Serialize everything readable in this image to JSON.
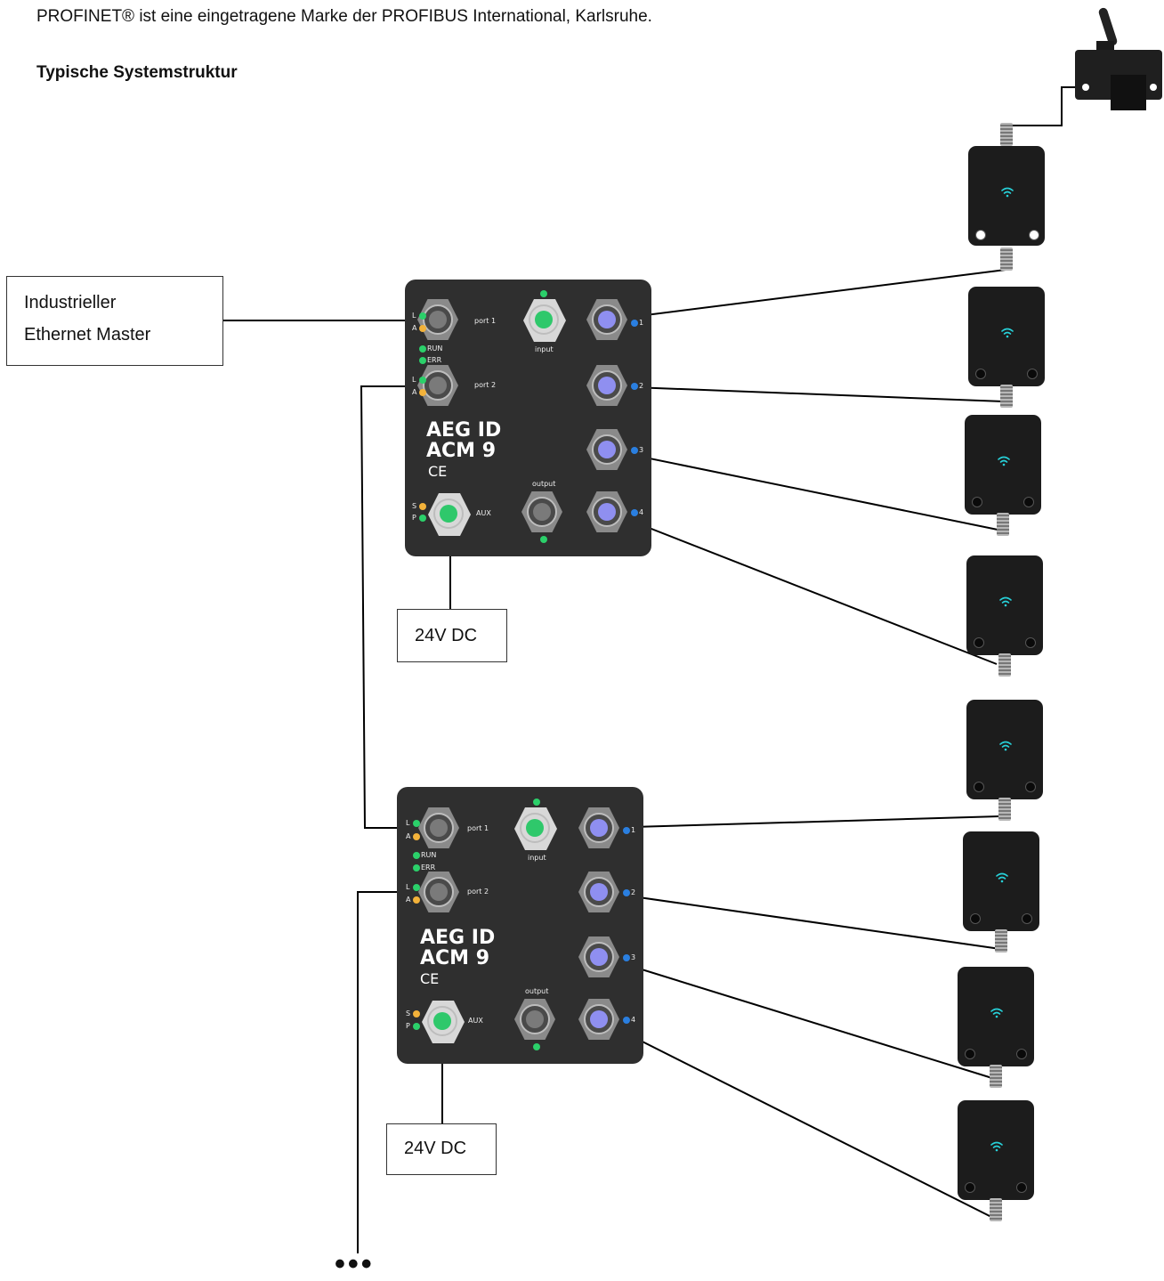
{
  "header": {
    "trademark": "PROFINET® ist eine eingetragene Marke der PROFIBUS International, Karlsruhe.",
    "section_title": "Typische Systemstruktur"
  },
  "diagram": {
    "master_box": {
      "line1": "Industrieller",
      "line2": "Ethernet Master"
    },
    "power_label_1": "24V DC",
    "power_label_2": "24V DC",
    "continuation": "•••",
    "module": {
      "brand_line1": "AEG ID",
      "brand_line2": "ACM 9",
      "ce_mark": "CE",
      "port1_label": "port 1",
      "port2_label": "port 2",
      "input_label": "input",
      "output_label": "output",
      "aux_label": "AUX",
      "run_label": "RUN",
      "err_label": "ERR",
      "led_l": "L",
      "led_a": "A",
      "led_s": "S",
      "led_p": "P",
      "ch1": "1",
      "ch2": "2",
      "ch3": "3",
      "ch4": "4"
    },
    "colors": {
      "module_body": "#2f2f2f",
      "led_green": "#2bd06a",
      "led_yellow": "#f3b23a",
      "led_blue": "#2a7fe0",
      "wifi": "#27d0d8"
    },
    "icons": [
      "wifi-icon",
      "antenna-icon"
    ]
  }
}
